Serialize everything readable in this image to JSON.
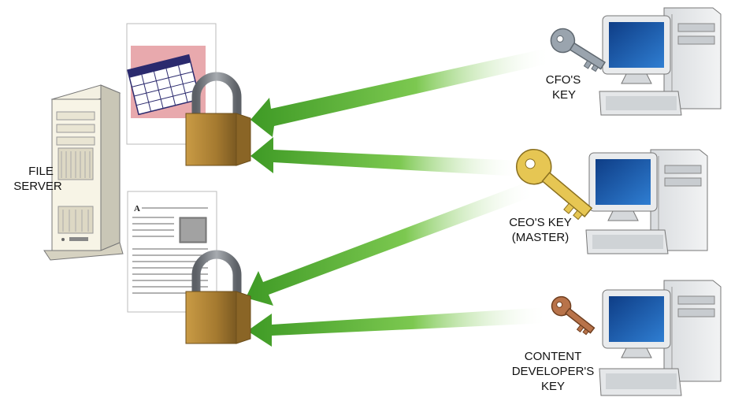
{
  "labels": {
    "server": [
      "FILE",
      "SERVER"
    ],
    "cfo_key": [
      "CFO'S",
      "KEY"
    ],
    "ceo_key": [
      "CEO'S KEY",
      "(MASTER)"
    ],
    "dev_key": [
      "CONTENT",
      "DEVELOPER'S",
      "KEY"
    ]
  },
  "document_letter": "A",
  "colors": {
    "arrow": "#6dbb3a",
    "arrow_dark": "#3a8d1f",
    "lock_body": "#b58a3c",
    "lock_shackle": "#7d8186",
    "cfo_key": "#9aa4ae",
    "ceo_key": "#e6c653",
    "dev_key": "#b8734a",
    "spreadsheet_bg": "#e8a9ad",
    "spreadsheet_header": "#2b2a6e",
    "monitor_screen": "#1c5fb0"
  },
  "icons": [
    "server-icon",
    "spreadsheet-document-icon",
    "text-document-icon",
    "padlock-icon",
    "key-icon",
    "computer-icon"
  ]
}
